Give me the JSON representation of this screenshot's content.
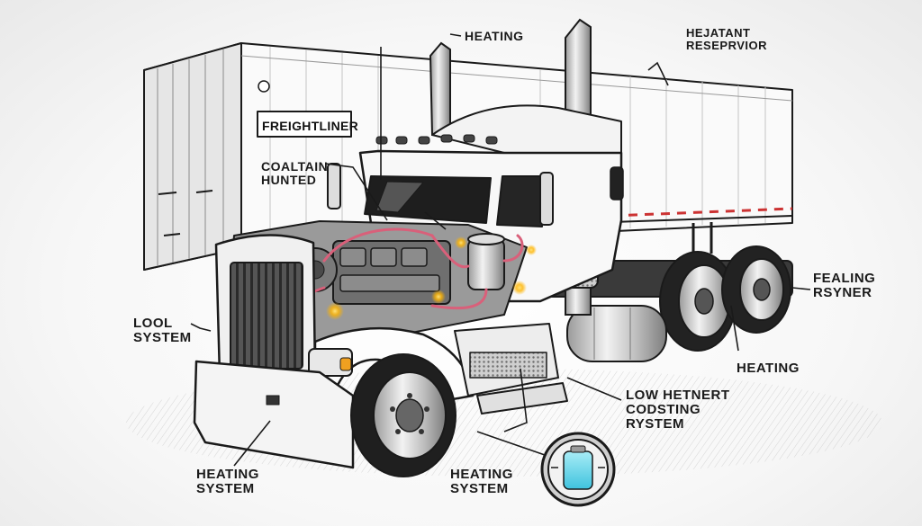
{
  "brand_text": "FREIGHTLINER",
  "labels": {
    "heating_top": "HEATING",
    "reservoir_line1": "HEJATANT",
    "reservoir_line2": "RESEPRVIOR",
    "coaltain_line1": "COALTAIN",
    "coaltain_line2": "HUNTED",
    "feeling_line1": "FEALING",
    "feeling_line2": "RSYNER",
    "lool_line1": "LOOL",
    "lool_line2": "SYSTEM",
    "heating_right": "HEATING",
    "low_line1": "LOW HETNERT",
    "low_line2": "CODSTING",
    "low_line3": "RYSTEM",
    "heating_system_left_line1": "HEATING",
    "heating_system_left_line2": "SYSTEM",
    "heating_system_center_line1": "HEATING",
    "heating_system_center_line2": "SYSTEM"
  },
  "colors": {
    "ink": "#1a1a1a",
    "coolant_pipe": "#d9607a",
    "glow": "#ffb400",
    "coolant_fluid": "#5fd6ea"
  }
}
